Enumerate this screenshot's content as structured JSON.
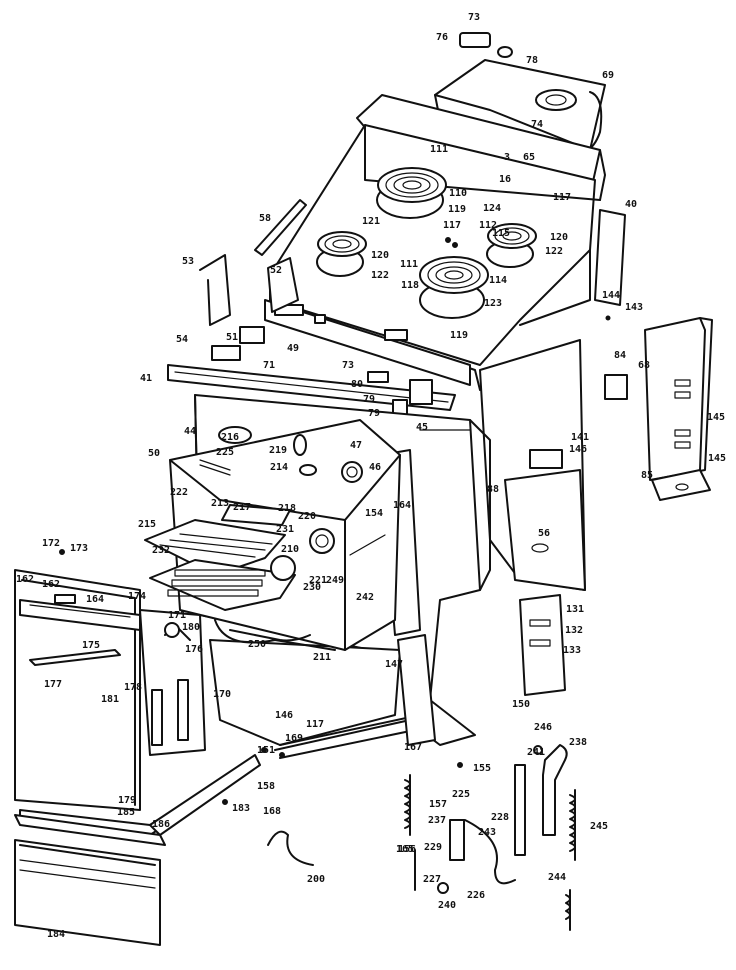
{
  "diagram": {
    "labels": [
      {
        "id": "p73a",
        "text": "73"
      },
      {
        "id": "p76",
        "text": "76"
      },
      {
        "id": "p78",
        "text": "78"
      },
      {
        "id": "p69",
        "text": "69"
      },
      {
        "id": "p74",
        "text": "74"
      },
      {
        "id": "p3",
        "text": "3"
      },
      {
        "id": "p65",
        "text": "65"
      },
      {
        "id": "p16",
        "text": "16"
      },
      {
        "id": "p111a",
        "text": "111"
      },
      {
        "id": "p110",
        "text": "110"
      },
      {
        "id": "p117a",
        "text": "117"
      },
      {
        "id": "p40",
        "text": "40"
      },
      {
        "id": "p58",
        "text": "58"
      },
      {
        "id": "p121",
        "text": "121"
      },
      {
        "id": "p119a",
        "text": "119"
      },
      {
        "id": "p124",
        "text": "124"
      },
      {
        "id": "p117b",
        "text": "117"
      },
      {
        "id": "p112",
        "text": "112"
      },
      {
        "id": "p115",
        "text": "115"
      },
      {
        "id": "p120a",
        "text": "120"
      },
      {
        "id": "p120b",
        "text": "120"
      },
      {
        "id": "p122a",
        "text": "122"
      },
      {
        "id": "p122b",
        "text": "122"
      },
      {
        "id": "p111b",
        "text": "111"
      },
      {
        "id": "p114",
        "text": "114"
      },
      {
        "id": "p53",
        "text": "53"
      },
      {
        "id": "p52",
        "text": "52"
      },
      {
        "id": "p118",
        "text": "118"
      },
      {
        "id": "p123",
        "text": "123"
      },
      {
        "id": "p119b",
        "text": "119"
      },
      {
        "id": "p144",
        "text": "144"
      },
      {
        "id": "p143",
        "text": "143"
      },
      {
        "id": "p54",
        "text": "54"
      },
      {
        "id": "p51",
        "text": "51"
      },
      {
        "id": "p49",
        "text": "49"
      },
      {
        "id": "p71",
        "text": "71"
      },
      {
        "id": "p73b",
        "text": "73"
      },
      {
        "id": "p80",
        "text": "80"
      },
      {
        "id": "p41",
        "text": "41"
      },
      {
        "id": "p79a",
        "text": "79"
      },
      {
        "id": "p79b",
        "text": "79"
      },
      {
        "id": "p45",
        "text": "45"
      },
      {
        "id": "p84",
        "text": "84"
      },
      {
        "id": "p68",
        "text": "68"
      },
      {
        "id": "p50",
        "text": "50"
      },
      {
        "id": "p44",
        "text": "44"
      },
      {
        "id": "p216",
        "text": "216"
      },
      {
        "id": "p225",
        "text": "225"
      },
      {
        "id": "p219",
        "text": "219"
      },
      {
        "id": "p214",
        "text": "214"
      },
      {
        "id": "p47",
        "text": "47"
      },
      {
        "id": "p46",
        "text": "46"
      },
      {
        "id": "p141",
        "text": "141"
      },
      {
        "id": "p146",
        "text": "146"
      },
      {
        "id": "p145a",
        "text": "145"
      },
      {
        "id": "p145b",
        "text": "145"
      },
      {
        "id": "p85",
        "text": "85"
      },
      {
        "id": "p154",
        "text": "154"
      },
      {
        "id": "p222",
        "text": "222"
      },
      {
        "id": "p213",
        "text": "213"
      },
      {
        "id": "p217",
        "text": "217"
      },
      {
        "id": "p218",
        "text": "218"
      },
      {
        "id": "p215",
        "text": "215"
      },
      {
        "id": "p220",
        "text": "220"
      },
      {
        "id": "p164",
        "text": "164"
      },
      {
        "id": "p56",
        "text": "56"
      },
      {
        "id": "p88",
        "text": "88"
      },
      {
        "id": "p172",
        "text": "172"
      },
      {
        "id": "p173",
        "text": "173"
      },
      {
        "id": "p231",
        "text": "231"
      },
      {
        "id": "p232",
        "text": "232"
      },
      {
        "id": "p210",
        "text": "210"
      },
      {
        "id": "p221",
        "text": "221"
      },
      {
        "id": "p249",
        "text": "249"
      },
      {
        "id": "p162a",
        "text": "162"
      },
      {
        "id": "p162b",
        "text": "162"
      },
      {
        "id": "p242",
        "text": "242"
      },
      {
        "id": "p131",
        "text": "131"
      },
      {
        "id": "p164b",
        "text": "164"
      },
      {
        "id": "p174",
        "text": "174"
      },
      {
        "id": "p230",
        "text": "230"
      },
      {
        "id": "p171",
        "text": "171"
      },
      {
        "id": "p180",
        "text": "180"
      },
      {
        "id": "p176",
        "text": "176"
      },
      {
        "id": "p132",
        "text": "132"
      },
      {
        "id": "p133",
        "text": "133"
      },
      {
        "id": "p175",
        "text": "175"
      },
      {
        "id": "p177",
        "text": "177"
      },
      {
        "id": "p250",
        "text": "250"
      },
      {
        "id": "p211",
        "text": "211"
      },
      {
        "id": "p147",
        "text": "147"
      },
      {
        "id": "p181",
        "text": "181"
      },
      {
        "id": "p178",
        "text": "178"
      },
      {
        "id": "p170",
        "text": "170"
      },
      {
        "id": "p146b",
        "text": "146"
      },
      {
        "id": "p117c",
        "text": "117"
      },
      {
        "id": "p150",
        "text": "150"
      },
      {
        "id": "p167",
        "text": "167"
      },
      {
        "id": "p151",
        "text": "151"
      },
      {
        "id": "p169",
        "text": "169"
      },
      {
        "id": "p246",
        "text": "246"
      },
      {
        "id": "p241",
        "text": "241"
      },
      {
        "id": "p238",
        "text": "238"
      },
      {
        "id": "p155",
        "text": "155"
      },
      {
        "id": "p179",
        "text": "179"
      },
      {
        "id": "p158",
        "text": "158"
      },
      {
        "id": "p185",
        "text": "185"
      },
      {
        "id": "p183",
        "text": "183"
      },
      {
        "id": "p186",
        "text": "186"
      },
      {
        "id": "p168",
        "text": "168"
      },
      {
        "id": "p157",
        "text": "157"
      },
      {
        "id": "p225b",
        "text": "225"
      },
      {
        "id": "p228",
        "text": "228"
      },
      {
        "id": "p237",
        "text": "237"
      },
      {
        "id": "p243",
        "text": "243"
      },
      {
        "id": "p245",
        "text": "245"
      },
      {
        "id": "p165",
        "text": "165"
      },
      {
        "id": "p200",
        "text": "200"
      },
      {
        "id": "p156",
        "text": "156"
      },
      {
        "id": "p229",
        "text": "229"
      },
      {
        "id": "p227",
        "text": "227"
      },
      {
        "id": "p244",
        "text": "244"
      },
      {
        "id": "p240",
        "text": "240"
      },
      {
        "id": "p226",
        "text": "226"
      },
      {
        "id": "p184",
        "text": "184"
      }
    ]
  }
}
